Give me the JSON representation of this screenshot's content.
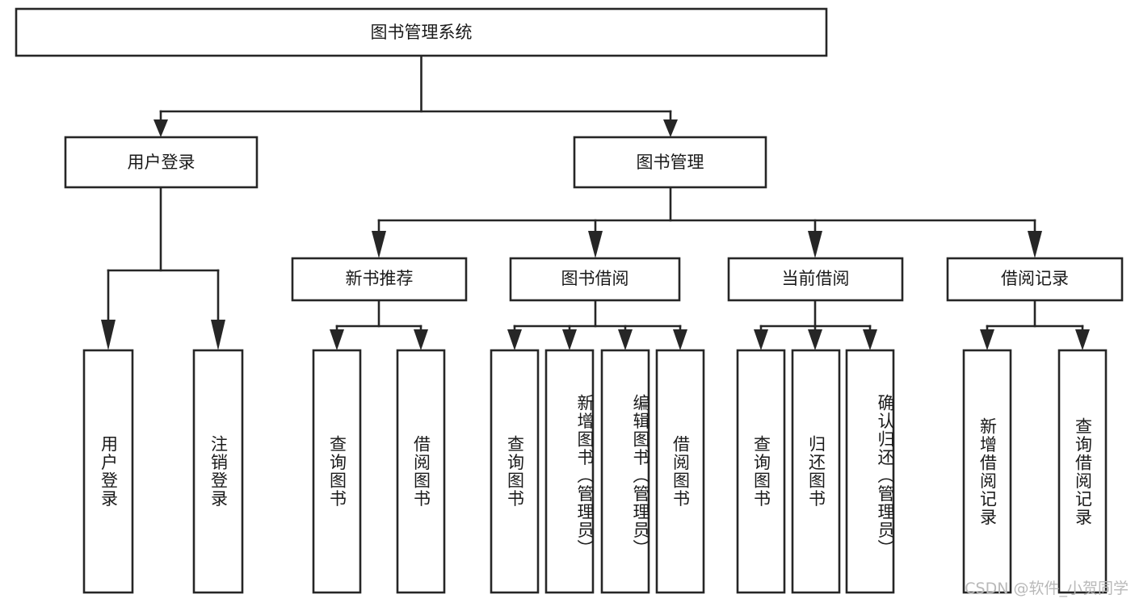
{
  "diagram": {
    "type": "tree-hierarchy",
    "title": "图书管理系统",
    "watermark": "CSDN @软件_小贺同学",
    "levels": {
      "root": {
        "label": "图书管理系统"
      },
      "level2": [
        {
          "id": "user-login",
          "label": "用户登录"
        },
        {
          "id": "book-manage",
          "label": "图书管理"
        }
      ],
      "level3": [
        {
          "id": "new-book-recommend",
          "label": "新书推荐",
          "parent": "book-manage"
        },
        {
          "id": "book-borrow",
          "label": "图书借阅",
          "parent": "book-manage"
        },
        {
          "id": "current-borrow",
          "label": "当前借阅",
          "parent": "book-manage"
        },
        {
          "id": "borrow-record",
          "label": "借阅记录",
          "parent": "book-manage"
        }
      ],
      "leaves": [
        {
          "id": "leaf-user-login",
          "label": "用户登录",
          "parent": "user-login"
        },
        {
          "id": "leaf-logout-login",
          "label": "注销登录",
          "parent": "user-login"
        },
        {
          "id": "leaf-query-book-1",
          "label": "查询图书",
          "parent": "new-book-recommend"
        },
        {
          "id": "leaf-borrow-book-1",
          "label": "借阅图书",
          "parent": "new-book-recommend"
        },
        {
          "id": "leaf-query-book-2",
          "label": "查询图书",
          "parent": "book-borrow"
        },
        {
          "id": "leaf-add-book",
          "label": "新增图书（管理员）",
          "parent": "book-borrow"
        },
        {
          "id": "leaf-edit-book",
          "label": "编辑图书（管理员）",
          "parent": "book-borrow"
        },
        {
          "id": "leaf-borrow-book-2",
          "label": "借阅图书",
          "parent": "book-borrow"
        },
        {
          "id": "leaf-query-book-3",
          "label": "查询图书",
          "parent": "current-borrow"
        },
        {
          "id": "leaf-return-book",
          "label": "归还图书",
          "parent": "current-borrow"
        },
        {
          "id": "leaf-confirm-return",
          "label": "确认归还（管理员）",
          "parent": "current-borrow"
        },
        {
          "id": "leaf-add-record",
          "label": "新增借阅记录",
          "parent": "borrow-record"
        },
        {
          "id": "leaf-query-record",
          "label": "查询借阅记录",
          "parent": "borrow-record"
        }
      ]
    },
    "colors": {
      "stroke": "#262626",
      "fill": "#ffffff",
      "text": "#1a1a1a",
      "watermark": "#b9b9b9"
    }
  }
}
